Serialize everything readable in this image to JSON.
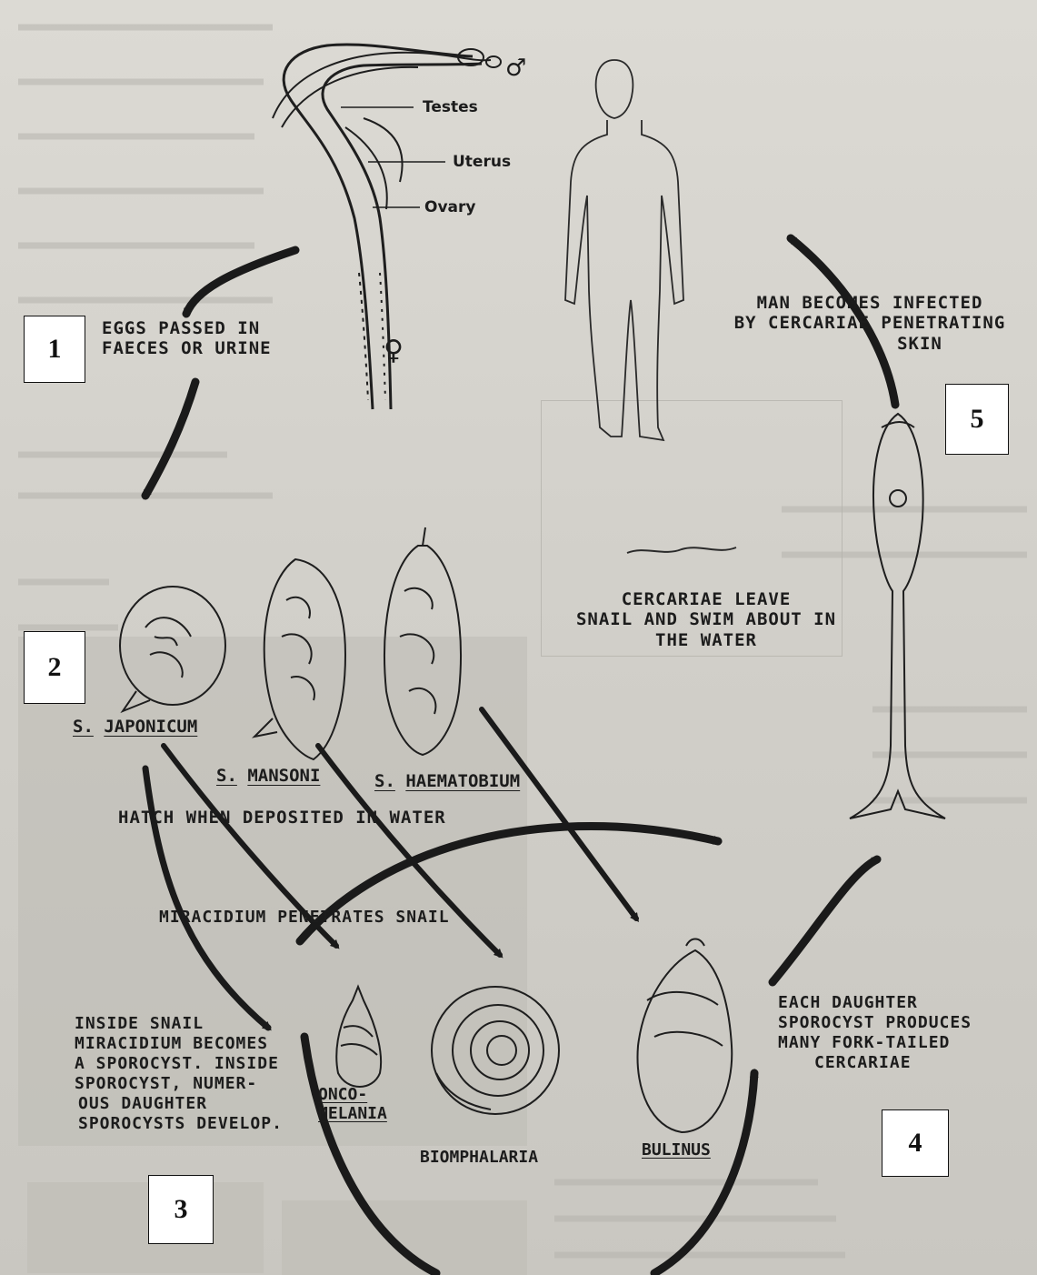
{
  "labels": {
    "testes": "Testes",
    "uterus": "Uterus",
    "ovary": "Ovary",
    "male_symbol": "♂",
    "female_symbol": "♀"
  },
  "steps": {
    "eggs_passed": [
      "EGGS PASSED IN",
      "FAECES OR URINE"
    ],
    "man_infected": [
      "MAN BECOMES INFECTED",
      "BY CERCARIAE PENETRATING",
      "SKIN"
    ],
    "cercariae_leave": [
      "CERCARIAE LEAVE",
      "SNAIL AND SWIM ABOUT IN",
      "THE WATER"
    ],
    "hatch": "HATCH WHEN DEPOSITED IN WATER",
    "miracidium": "MIRACIDIUM PENETRATES SNAIL",
    "inside_snail": [
      "INSIDE SNAIL",
      "MIRACIDIUM BECOMES",
      "A SPOROCYST. INSIDE",
      "SPOROCYST, NUMER-",
      "OUS DAUGHTER",
      "SPOROCYSTS DEVELOP."
    ],
    "daughter_sporocyst": [
      "EACH DAUGHTER",
      "SPOROCYST PRODUCES",
      "MANY FORK-TAILED",
      "CERCARIAE"
    ]
  },
  "species": {
    "japonicum": {
      "prefix": "S.",
      "name": "JAPONICUM"
    },
    "mansoni": {
      "prefix": "S.",
      "name": "MANSONI"
    },
    "haematobium": {
      "prefix": "S.",
      "name": "HAEMATOBIUM"
    }
  },
  "snails": {
    "oncomelania": [
      "ONCO-",
      "MELANIA"
    ],
    "biomphalaria": "BIOMPHALARIA",
    "bulinus": "BULINUS"
  },
  "numbers": {
    "n1": "1",
    "n2": "2",
    "n3": "3",
    "n4": "4",
    "n5": "5"
  }
}
